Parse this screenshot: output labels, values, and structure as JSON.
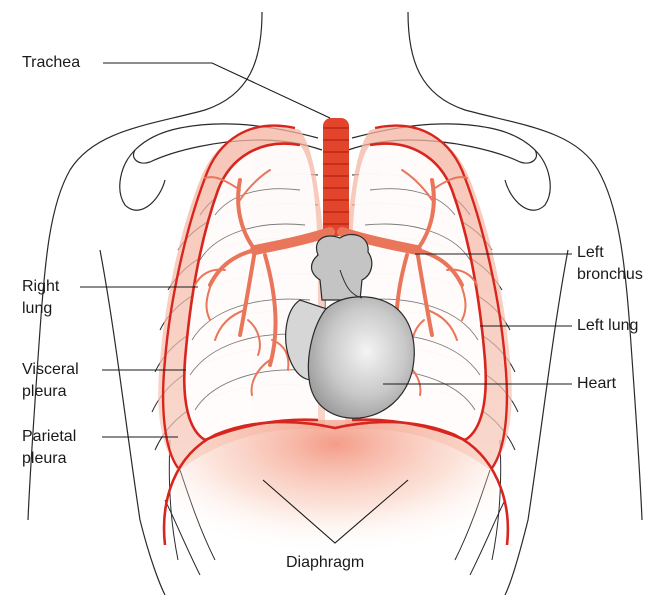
{
  "colors": {
    "pleura_red": "#d8261e",
    "pleura_fill": "#f2a38f",
    "bronchi": "#e9765a",
    "heart_gray": "#b8b8b8",
    "outline": "#2a2a2a",
    "diaphragm_glow": "#f6b9a6"
  },
  "labels": {
    "trachea": "Trachea",
    "right_lung_1": "Right",
    "right_lung_2": "lung",
    "visceral_1": "Visceral",
    "visceral_2": "pleura",
    "parietal_1": "Parietal",
    "parietal_2": "pleura",
    "left_bronchus_1": "Left",
    "left_bronchus_2": "bronchus",
    "left_lung": "Left lung",
    "heart": "Heart",
    "diaphragm": "Diaphragm"
  }
}
